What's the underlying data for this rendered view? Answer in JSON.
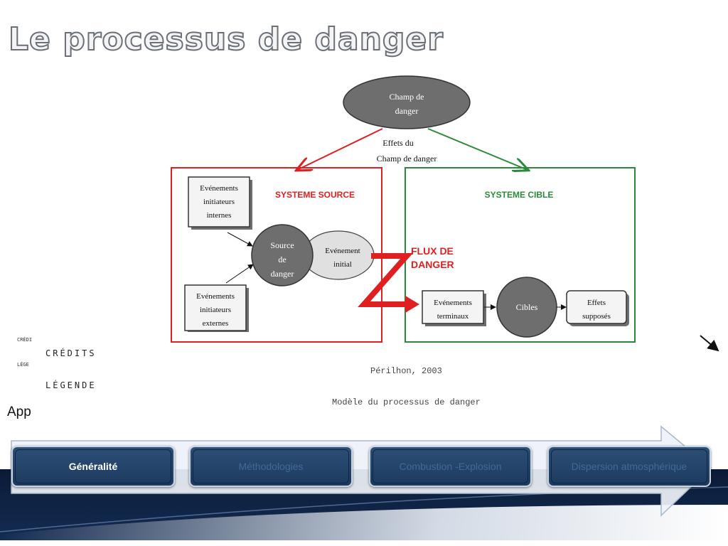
{
  "slide": {
    "title": "Le processus de danger",
    "partial_text": "App"
  },
  "diagram": {
    "champ_line1": "Champ de",
    "champ_line2": "danger",
    "effets_line1": "Effets du",
    "effets_line2": "Champ de danger",
    "systeme_source": "SYSTEME SOURCE",
    "systeme_cible": "SYSTEME CIBLE",
    "ev_internes": [
      "Evénements",
      "initiateurs",
      "internes"
    ],
    "ev_externes": [
      "Evénements",
      "initiateurs",
      "externes"
    ],
    "source": [
      "Source",
      "de",
      "danger"
    ],
    "ev_initial": [
      "Evénement",
      "initial"
    ],
    "flux_line1": "FLUX DE",
    "flux_line2": "DANGER",
    "ev_terminaux": [
      "Evénements",
      "terminaux"
    ],
    "cibles": "Cibles",
    "effets_supposes": [
      "Effets",
      "supposés"
    ]
  },
  "credits": {
    "small_credit": "CRÉDI",
    "small_legende": "LÉGE",
    "credits_label": "CRÉDITS",
    "legende_label": "LÉGENDE",
    "source_caption": "Périlhon, 2003",
    "model_caption": "Modèle du processus de danger"
  },
  "nav": {
    "items": [
      {
        "label": "Généralité",
        "active": true
      },
      {
        "label": "Méthodologies",
        "active": false
      },
      {
        "label": "Combustion -Explosion",
        "active": false
      },
      {
        "label": "Dispersion atmosphérique",
        "active": false
      }
    ]
  },
  "colors": {
    "source_red": "#e02020",
    "cible_green": "#2a8a3a",
    "nav_blue": "#1f3e62",
    "node_gray": "#6e6e6e"
  }
}
